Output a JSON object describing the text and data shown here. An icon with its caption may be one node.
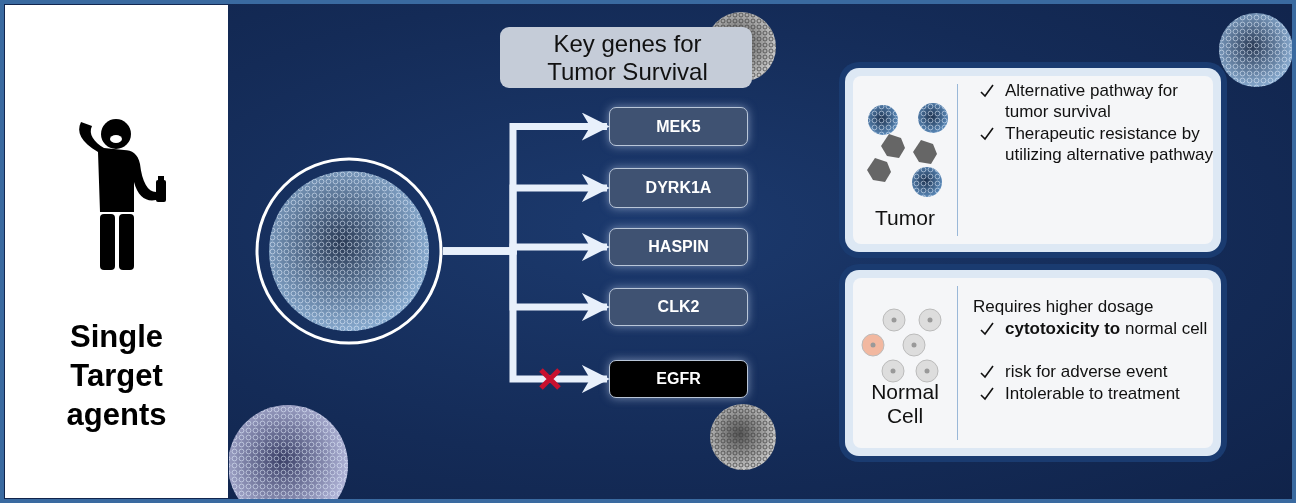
{
  "diagram": {
    "nodes": [
      {
        "text": [
          "Single Target agents"
        ]
      },
      {
        "text": [],
        "shape": "circle"
      },
      {
        "text": [
          "Key genes for Tumor Survival"
        ]
      },
      {
        "text": [
          "MEK5"
        ]
      },
      {
        "text": [
          "DYRK1A"
        ]
      },
      {
        "text": [
          "HASPIN"
        ]
      },
      {
        "text": [
          "CLK2"
        ]
      },
      {
        "text": [
          "EGFR"
        ]
      },
      {
        "text": [
          "Tumor",
          "Alternative pathway for tumor survival",
          "Therapeutic resistance by utilizing alternative pathway"
        ]
      },
      {
        "text": [
          "Normal Cell",
          "Requires higher dosage",
          "**cytotoxicity to** normal cell",
          "risk for adverse event",
          "Intolerable to treatment"
        ]
      }
    ],
    "edges": [
      {
        "from": 1,
        "to": 3,
        "arrow": "to"
      },
      {
        "from": 1,
        "to": 4,
        "arrow": "to"
      },
      {
        "from": 1,
        "to": 5,
        "arrow": "to"
      },
      {
        "from": 1,
        "to": 6,
        "arrow": "to"
      },
      {
        "from": 1,
        "to": 7,
        "arrow": "to"
      }
    ]
  }
}
